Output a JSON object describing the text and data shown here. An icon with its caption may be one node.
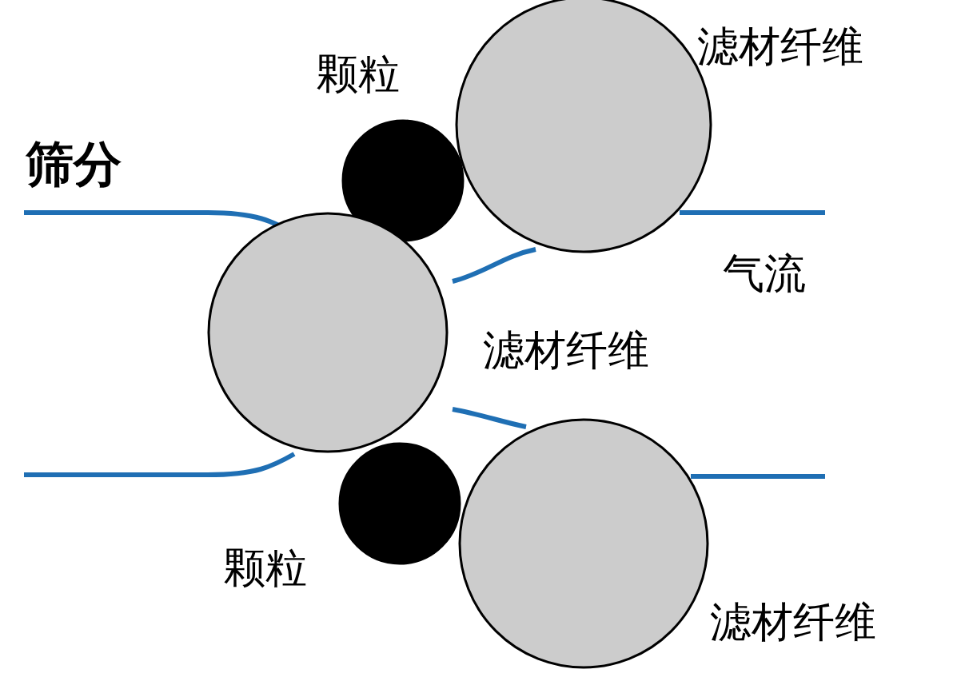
{
  "diagram": {
    "title": "筛分",
    "nodes": [
      {
        "text": [
          "滤材纤维"
        ]
      },
      {
        "text": [
          "颗粒"
        ]
      },
      {
        "text": [
          "滤材纤维"
        ]
      },
      {
        "text": [
          "颗粒"
        ]
      },
      {
        "text": [
          "滤材纤维"
        ]
      }
    ],
    "labels": [
      "气流"
    ]
  }
}
